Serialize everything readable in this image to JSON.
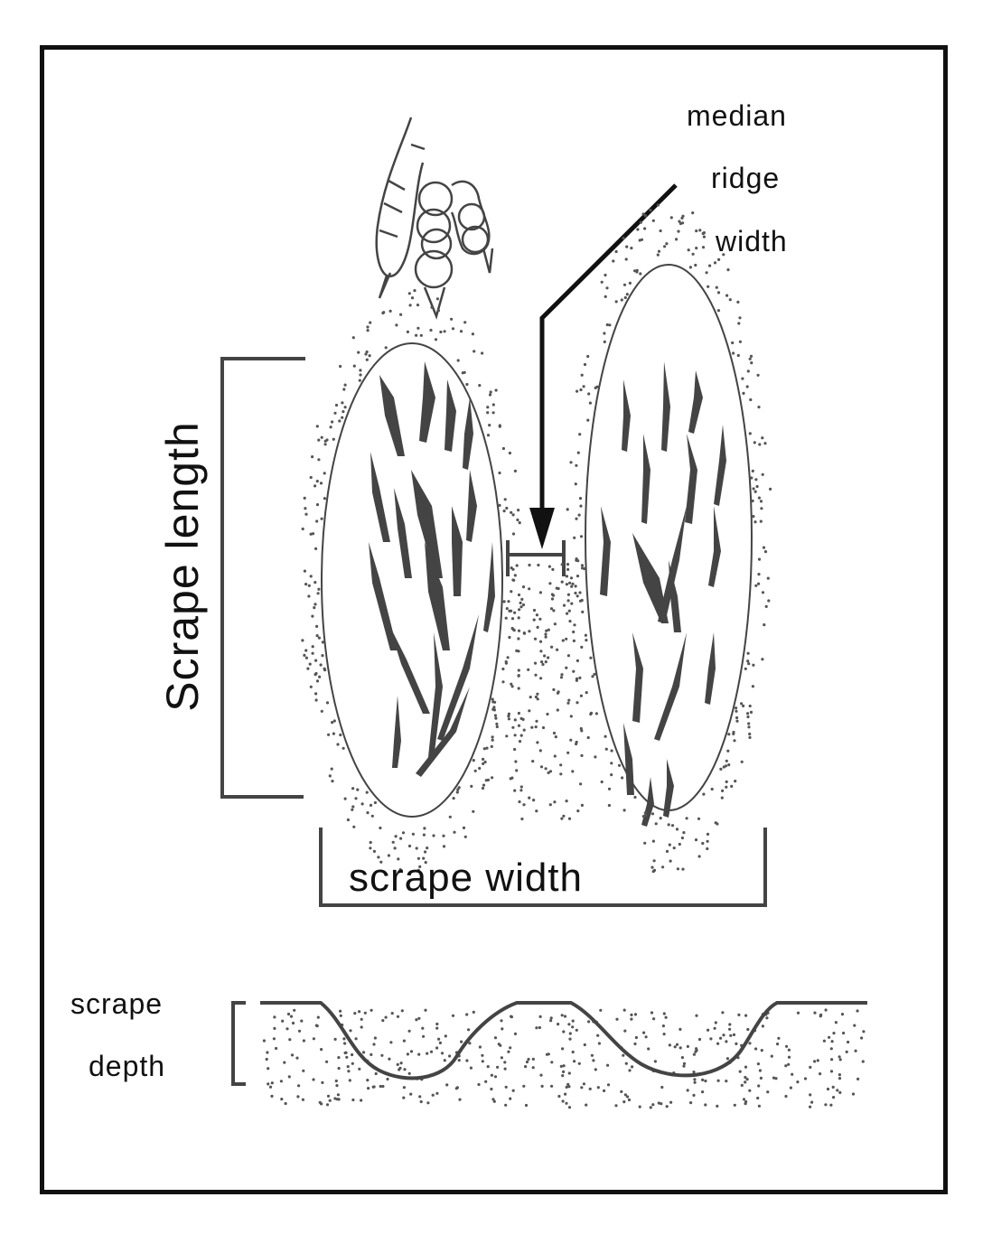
{
  "labels": {
    "median": "median",
    "ridge": "ridge",
    "width": "width",
    "scrape_length": "Scrape length",
    "scrape_width": "scrape width",
    "scrape": "scrape",
    "depth": "depth"
  },
  "colors": {
    "ink": "#111111",
    "stroke": "#444444",
    "background": "#ffffff"
  }
}
